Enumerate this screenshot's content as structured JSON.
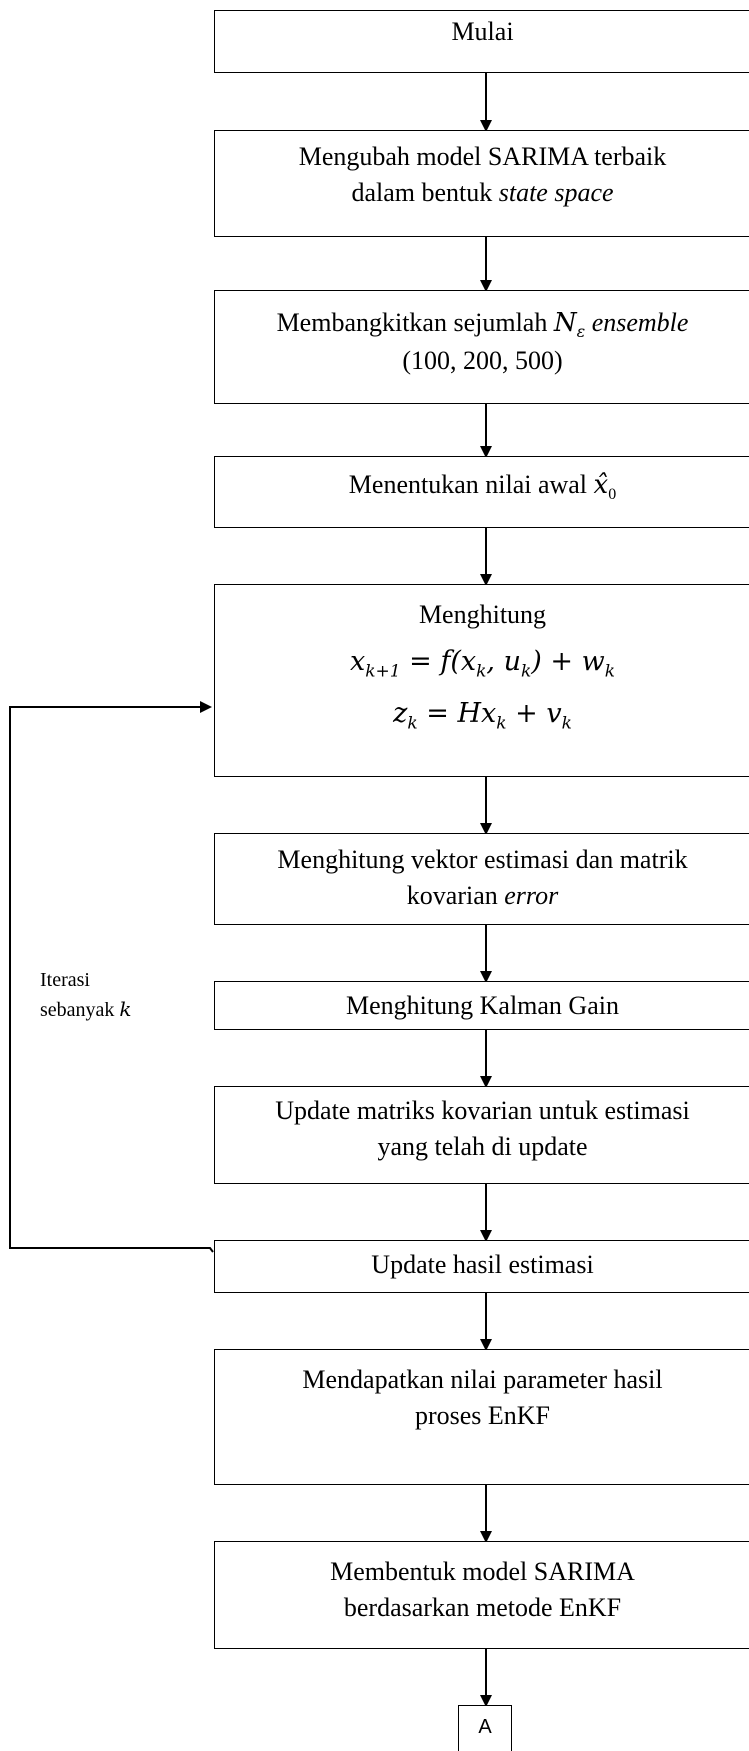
{
  "flowchart": {
    "start": "Mulai",
    "step1": {
      "line1": "Mengubah model SARIMA terbaik",
      "line2_prefix": "dalam bentuk ",
      "line2_italic": "state space"
    },
    "step2": {
      "line1_prefix": "Membangkitkan sejumlah ",
      "n_symbol": "N",
      "n_sub": "ε",
      "line1_italic": " ensemble",
      "line2": "(100, 200, 500)"
    },
    "step3": {
      "prefix": "Menentukan nilai awal ",
      "x_hat": "x̂",
      "sub": "0"
    },
    "step4": {
      "title": "Menghitung",
      "eq1": "x_{k+1} = f(x_k, u_k) + w_k",
      "eq2": "z_k = Hx_k + v_k"
    },
    "step5": {
      "line1": "Menghitung vektor estimasi dan matrik",
      "line2_prefix": "kovarian ",
      "line2_italic": "error"
    },
    "step6": "Menghitung Kalman Gain",
    "step7": {
      "line1": "Update matriks kovarian untuk estimasi",
      "line2": "yang telah di update"
    },
    "step8": "Update hasil estimasi",
    "step9": {
      "line1": "Mendapatkan nilai parameter hasil",
      "line2": "proses EnKF"
    },
    "step10": {
      "line1": "Membentuk model SARIMA",
      "line2": "berdasarkan metode EnKF"
    },
    "connector": "A",
    "loop_label": {
      "line1": "Iterasi",
      "line2_prefix": "sebanyak ",
      "line2_var": "k"
    }
  }
}
